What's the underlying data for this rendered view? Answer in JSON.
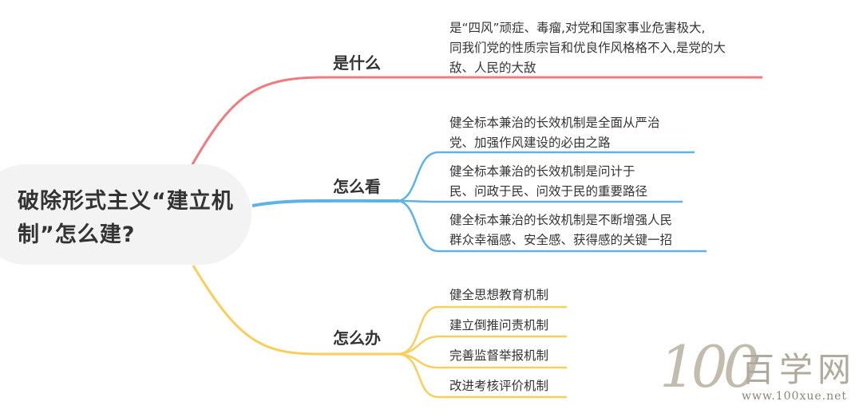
{
  "root": {
    "title": "破除形式主义“建立机制”怎么建?"
  },
  "branches": [
    {
      "label": "是什么",
      "color": "#ef7a7f",
      "leaves": [
        {
          "lines": [
            "是“四风”顽症、毒瘤,对党和国家事业危害极大,",
            "同我们党的性质宗旨和优良作风格格不入,是党的大",
            "敌、人民的大敌"
          ]
        }
      ]
    },
    {
      "label": "怎么看",
      "color": "#5db2e6",
      "leaves": [
        {
          "lines": [
            "健全标本兼治的长效机制是全面从严治",
            "党、加强作风建设的必由之路"
          ]
        },
        {
          "lines": [
            "健全标本兼治的长效机制是问计于",
            "民、问政于民、问效于民的重要路径"
          ]
        },
        {
          "lines": [
            "健全标本兼治的长效机制是不断增强人民",
            "群众幸福感、安全感、获得感的关键一招"
          ]
        }
      ]
    },
    {
      "label": "怎么办",
      "color": "#f8cf5a",
      "leaves": [
        {
          "lines": [
            "健全思想教育机制"
          ]
        },
        {
          "lines": [
            "建立倒推问责机制"
          ]
        },
        {
          "lines": [
            "完善监督举报机制"
          ]
        },
        {
          "lines": [
            "改进考核评价机制"
          ]
        }
      ]
    }
  ],
  "watermark": {
    "digits": "100",
    "text": "百学网",
    "url": "www.100xue.net"
  }
}
